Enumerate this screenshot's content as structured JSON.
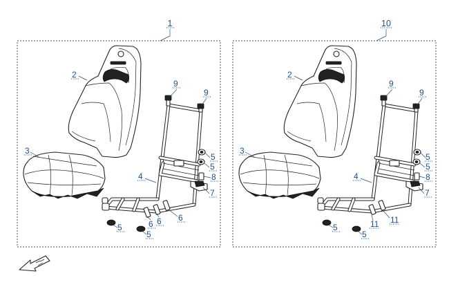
{
  "diagram": {
    "groups": [
      {
        "group_label": "1",
        "callouts": [
          "2",
          "3",
          "4",
          "9",
          "9",
          "5",
          "5",
          "8",
          "7",
          "5",
          "5",
          "6",
          "6",
          "6"
        ]
      },
      {
        "group_label": "10",
        "callouts": [
          "2",
          "3",
          "4",
          "9",
          "9",
          "5",
          "5",
          "8",
          "7",
          "5",
          "5",
          "11",
          "11"
        ]
      }
    ],
    "front_indicator_icon": "front-direction-arrow-icon"
  }
}
